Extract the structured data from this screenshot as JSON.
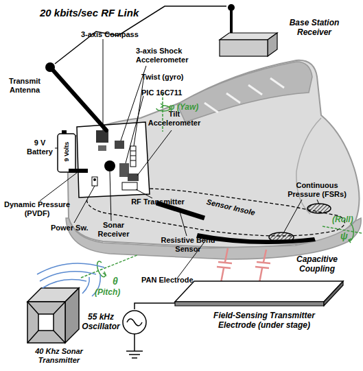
{
  "diagram": {
    "nodes": [
      {
        "text": [
          "Base Station Receiver"
        ]
      },
      {
        "text": [
          "Field-Sensing Transmitter Electrode (under stage)"
        ]
      },
      {
        "text": [
          "55 kHz Oscillator"
        ]
      }
    ],
    "edges": [
      {
        "from": 2,
        "to": 1,
        "arrow": "none"
      }
    ],
    "labels": [
      "20 kbits/sec RF Link",
      "Transmit Antenna",
      "3-axis Compass",
      "3-axis Shock Accelerometer",
      "Twist (gyro)",
      "PIC 16C711",
      "Tilt Accelerometer",
      "9 V Battery",
      "9 Volts",
      "φ (Yaw)",
      "Continuous Pressure (FSRs)",
      "Dynamic Pressure (PVDF)",
      "Power Sw.",
      "Sonar Receiver",
      "RF Transmitter",
      "Sensor Insole",
      "(Roll)",
      "ψ",
      "Resistive Bend Sensor",
      "θ",
      "(Pitch)",
      "Capacitive Coupling",
      "PAN Electrode",
      "40 Khz Sonar Transmitter"
    ]
  }
}
